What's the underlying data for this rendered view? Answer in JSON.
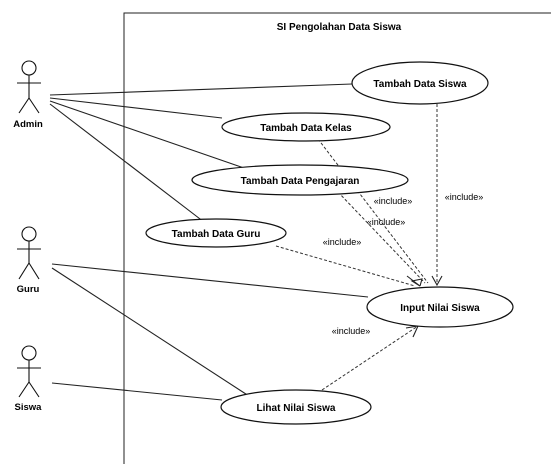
{
  "system": {
    "title": "SI Pengolahan Data Siswa"
  },
  "actors": [
    {
      "id": "admin",
      "label": "Admin"
    },
    {
      "id": "guru",
      "label": "Guru"
    },
    {
      "id": "siswa",
      "label": "Siswa"
    }
  ],
  "use_cases": [
    {
      "id": "tambah_siswa",
      "label": "Tambah Data Siswa"
    },
    {
      "id": "tambah_kelas",
      "label": "Tambah Data Kelas"
    },
    {
      "id": "tambah_pengajaran",
      "label": "Tambah Data Pengajaran"
    },
    {
      "id": "tambah_guru",
      "label": "Tambah Data Guru"
    },
    {
      "id": "input_nilai",
      "label": "Input Nilai Siswa"
    },
    {
      "id": "lihat_nilai",
      "label": "Lihat Nilai Siswa"
    }
  ],
  "associations": [
    [
      "admin",
      "tambah_siswa"
    ],
    [
      "admin",
      "tambah_kelas"
    ],
    [
      "admin",
      "tambah_pengajaran"
    ],
    [
      "admin",
      "tambah_guru"
    ],
    [
      "guru",
      "input_nilai"
    ],
    [
      "guru",
      "lihat_nilai"
    ],
    [
      "siswa",
      "lihat_nilai"
    ]
  ],
  "includes": [
    {
      "from": "tambah_siswa",
      "to": "input_nilai",
      "label": "«include»"
    },
    {
      "from": "tambah_kelas",
      "to": "input_nilai",
      "label": "«include»"
    },
    {
      "from": "tambah_pengajaran",
      "to": "input_nilai",
      "label": "«include»"
    },
    {
      "from": "tambah_guru",
      "to": "input_nilai",
      "label": "«include»"
    },
    {
      "from": "lihat_nilai",
      "to": "input_nilai",
      "label": "«include»"
    }
  ]
}
